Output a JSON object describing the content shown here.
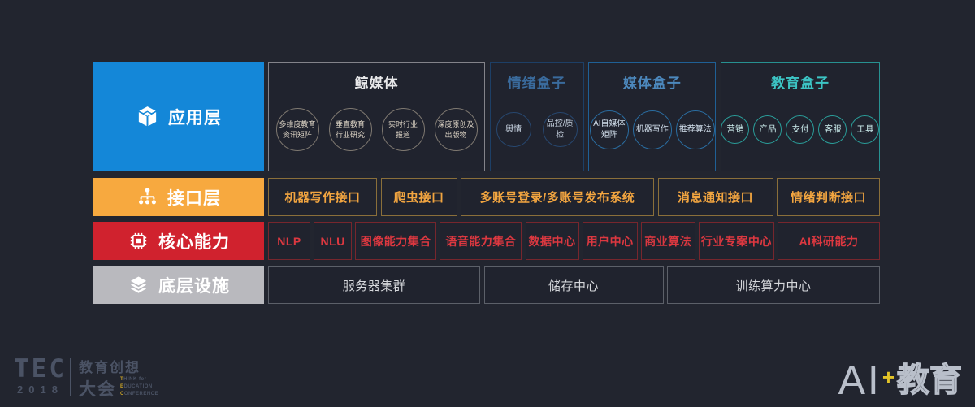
{
  "slide": {
    "background": "#22252f"
  },
  "layers": [
    {
      "label": "应用层",
      "color": "#1487d8",
      "groups": [
        {
          "title": "鲸媒体",
          "circles": [
            {
              "line1": "多维度教育",
              "line2": "资讯矩阵"
            },
            {
              "line1": "垂直教育",
              "line2": "行业研究"
            },
            {
              "line1": "实时行业",
              "line2": "报道"
            },
            {
              "line1": "深度原创及",
              "line2": "出版物"
            }
          ]
        },
        {
          "title": "情绪盒子",
          "title_color": "#3a6b9d",
          "circles": [
            {
              "line1": "舆情"
            },
            {
              "line1": "品控/质检"
            }
          ]
        },
        {
          "title": "媒体盒子",
          "title_color": "#4c88bd",
          "circles": [
            {
              "line1": "AI自媒体",
              "line2": "矩阵"
            },
            {
              "line1": "机器写作"
            },
            {
              "line1": "推荐算法"
            }
          ]
        },
        {
          "title": "教育盒子",
          "title_color": "#3cc4c4",
          "circles": [
            {
              "line1": "营销"
            },
            {
              "line1": "产品"
            },
            {
              "line1": "支付"
            },
            {
              "line1": "客服"
            },
            {
              "line1": "工具"
            }
          ]
        }
      ]
    },
    {
      "label": "接口层",
      "color": "#f7a93f",
      "items": [
        "机器写作接口",
        "爬虫接口",
        "多账号登录/多账号发布系统",
        "消息通知接口",
        "情绪判断接口"
      ]
    },
    {
      "label": "核心能力",
      "color": "#d0222e",
      "items": [
        "NLP",
        "NLU",
        "图像能力集合",
        "语音能力集合",
        "数据中心",
        "用户中心",
        "商业算法",
        "行业专案中心",
        "AI科研能力"
      ]
    },
    {
      "label": "底层设施",
      "color": "#b9b9be",
      "items": [
        "服务器集群",
        "储存中心",
        "训练算力中心"
      ]
    }
  ],
  "footer": {
    "tec": {
      "name": "TEC",
      "year": "2018",
      "cn_top": "教育创想",
      "cn_bottom": "大会",
      "en": [
        {
          "first": "T",
          "rest": "HINK for"
        },
        {
          "first": "E",
          "rest": "DUCATION"
        },
        {
          "first": "C",
          "rest": "ONFERENCE"
        }
      ],
      "highlight_color": "#c9a227"
    },
    "ai": {
      "ai": "AI",
      "plus": "+",
      "edu": "教育",
      "plus_color": "#e3c428"
    }
  }
}
